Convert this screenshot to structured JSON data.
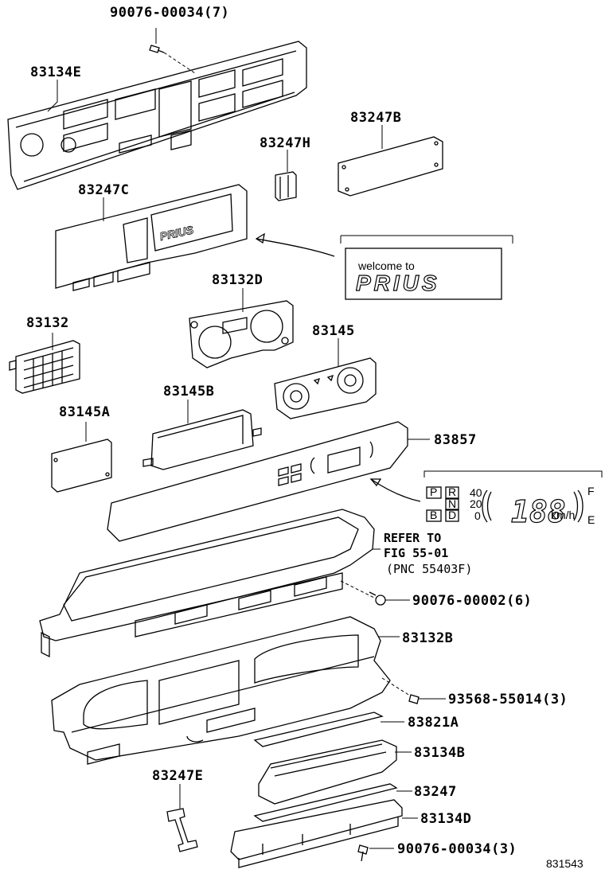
{
  "parts": {
    "p1": "90076-00034(7)",
    "p2": "83134E",
    "p3": "83247B",
    "p4": "83247H",
    "p5": "83247C",
    "p6": "83132D",
    "p7": "83132",
    "p8": "83145",
    "p9": "83145B",
    "p10": "83145A",
    "p11": "83857",
    "p12": "90076-00002(6)",
    "p13": "83132B",
    "p14": "93568-55014(3)",
    "p15": "83821A",
    "p16": "83134B",
    "p17": "83247E",
    "p18": "83247",
    "p19": "83134D",
    "p20": "90076-00034(3)"
  },
  "reference": {
    "line1": "REFER TO",
    "line2": "FIG 55-01",
    "line3": "(PNC 55403F)"
  },
  "welcome_panel": {
    "small_text": "welcome to",
    "brand_text": "PRIUS"
  },
  "display_panel": {
    "gear_p": "P",
    "gear_r": "R",
    "gear_n": "N",
    "gear_b": "B",
    "gear_d": "D",
    "scale_40": "40",
    "scale_20": "20",
    "scale_0": "0",
    "speed_digits": "188",
    "unit": "km/h",
    "fuel_f": "F",
    "fuel_e": "E"
  },
  "figure_number": "831543"
}
